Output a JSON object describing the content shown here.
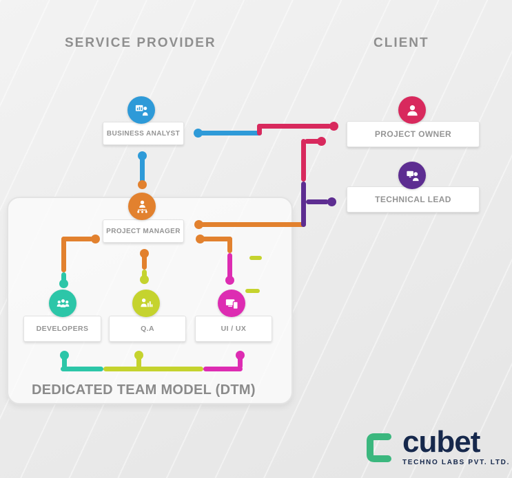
{
  "titles": {
    "service_provider": "SERVICE PROVIDER",
    "client": "CLIENT",
    "dtm": "DEDICATED TEAM MODEL (DTM)"
  },
  "nodes": {
    "business_analyst": {
      "label": "BUSINESS ANALYST",
      "icon": "presentation-person-icon",
      "color": "#2e9ad8"
    },
    "project_owner": {
      "label": "PROJECT OWNER",
      "icon": "person-icon",
      "color": "#d8295d"
    },
    "technical_lead": {
      "label": "TECHNICAL LEAD",
      "icon": "person-monitor-icon",
      "color": "#5d2d91"
    },
    "project_manager": {
      "label": "PROJECT MANAGER",
      "icon": "person-orgchart-icon",
      "color": "#e2812e"
    },
    "developers": {
      "label": "DEVELOPERS",
      "icon": "people-group-icon",
      "color": "#2cc6a8"
    },
    "qa": {
      "label": "Q.A",
      "icon": "person-chart-icon",
      "color": "#c5d32e"
    },
    "uiux": {
      "label": "UI / UX",
      "icon": "devices-icon",
      "color": "#dd2cb2"
    }
  },
  "connector_colors": {
    "blue": "#2e9ad8",
    "crimson": "#d8295d",
    "purple": "#5d2d91",
    "orange": "#e2812e",
    "teal": "#2cc6a8",
    "yellow_green": "#c5d32e",
    "magenta": "#dd2cb2"
  },
  "logo": {
    "name": "cubet",
    "subtitle": "TECHNO LABS PVT. LTD.",
    "green": "#3bb77e",
    "navy": "#16284c"
  }
}
